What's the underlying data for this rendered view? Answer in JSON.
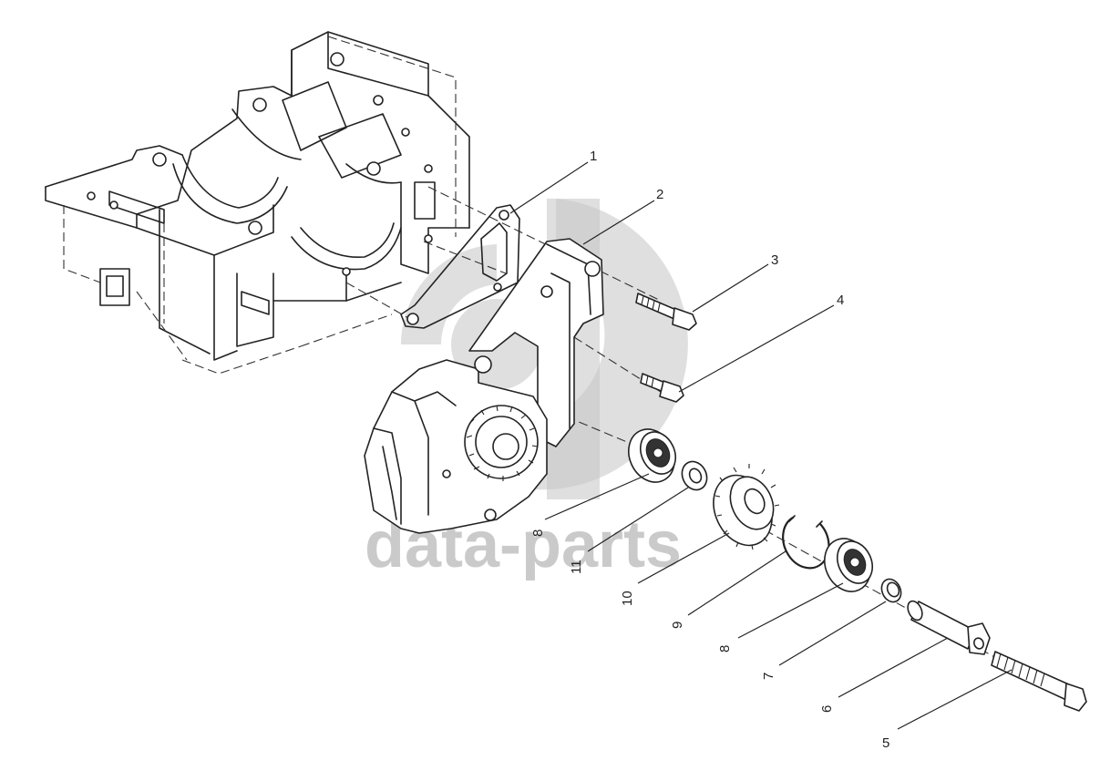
{
  "watermark": {
    "text": "data-parts",
    "color": "#bdbdbd"
  },
  "callouts": [
    {
      "id": "1",
      "label": "1"
    },
    {
      "id": "2",
      "label": "2"
    },
    {
      "id": "3",
      "label": "3"
    },
    {
      "id": "4",
      "label": "4"
    },
    {
      "id": "8a",
      "label": "8"
    },
    {
      "id": "11",
      "label": "11"
    },
    {
      "id": "10",
      "label": "10"
    },
    {
      "id": "9",
      "label": "9"
    },
    {
      "id": "8b",
      "label": "8"
    },
    {
      "id": "7",
      "label": "7"
    },
    {
      "id": "6",
      "label": "6"
    },
    {
      "id": "5",
      "label": "5"
    }
  ]
}
